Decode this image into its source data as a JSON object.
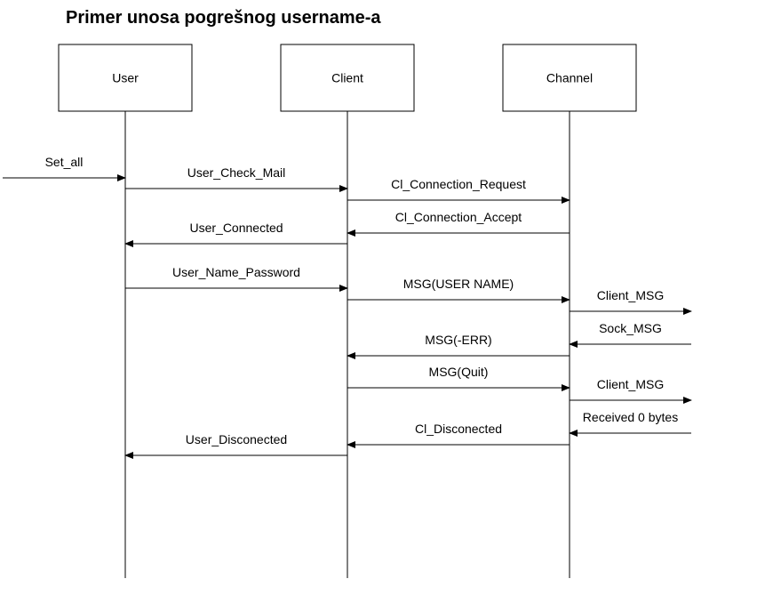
{
  "title": "Primer unosa pogrešnog username-a",
  "actors": [
    {
      "id": "user",
      "label": "User"
    },
    {
      "id": "client",
      "label": "Client"
    },
    {
      "id": "channel",
      "label": "Channel"
    }
  ],
  "messages": [
    {
      "label": "Set_all",
      "from": "external-left",
      "to": "user"
    },
    {
      "label": "User_Check_Mail",
      "from": "user",
      "to": "client"
    },
    {
      "label": "Cl_Connection_Request",
      "from": "client",
      "to": "channel"
    },
    {
      "label": "Cl_Connection_Accept",
      "from": "channel",
      "to": "client"
    },
    {
      "label": "User_Connected",
      "from": "client",
      "to": "user"
    },
    {
      "label": "User_Name_Password",
      "from": "user",
      "to": "client"
    },
    {
      "label": "MSG(USER NAME)",
      "from": "client",
      "to": "channel"
    },
    {
      "label": "Client_MSG",
      "from": "channel",
      "to": "external-right"
    },
    {
      "label": "Sock_MSG",
      "from": "external-right",
      "to": "channel"
    },
    {
      "label": "MSG(-ERR)",
      "from": "channel",
      "to": "client"
    },
    {
      "label": "MSG(Quit)",
      "from": "client",
      "to": "channel"
    },
    {
      "label": "Client_MSG",
      "from": "channel",
      "to": "external-right"
    },
    {
      "label": "Received 0 bytes",
      "from": "external-right",
      "to": "channel"
    },
    {
      "label": "Cl_Disconected",
      "from": "channel",
      "to": "client"
    },
    {
      "label": "User_Disconected",
      "from": "client",
      "to": "user"
    }
  ]
}
